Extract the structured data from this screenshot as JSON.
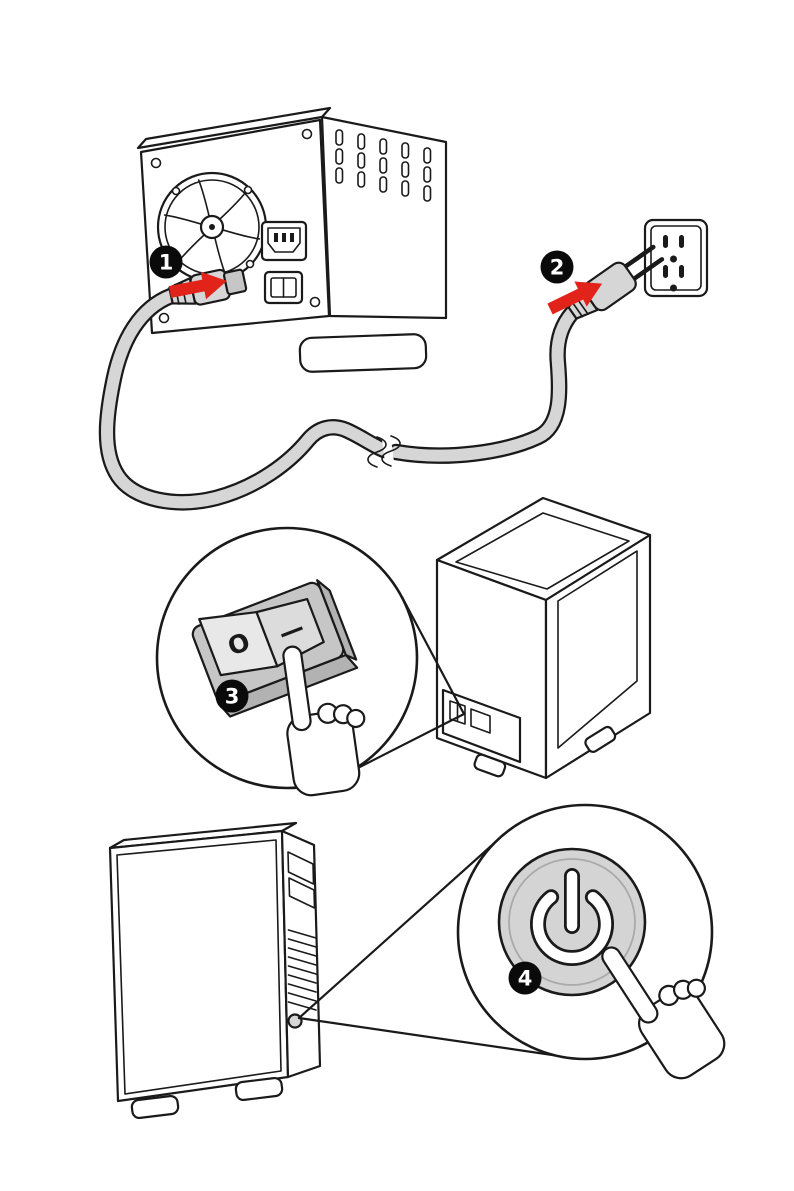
{
  "figure": {
    "steps": [
      {
        "number": "1"
      },
      {
        "number": "2"
      },
      {
        "number": "3"
      },
      {
        "number": "4"
      }
    ],
    "psu_switch": {
      "off_mark": "O",
      "on_mark": "—"
    },
    "colors": {
      "line": "#1a1a1a",
      "arrow_red": "#e2231a",
      "badge_fill": "#0a0a0a",
      "badge_text": "#ffffff",
      "cable_gray": "#d6d6d6",
      "button_gray": "#d4d4d4",
      "background": "#ffffff"
    }
  }
}
